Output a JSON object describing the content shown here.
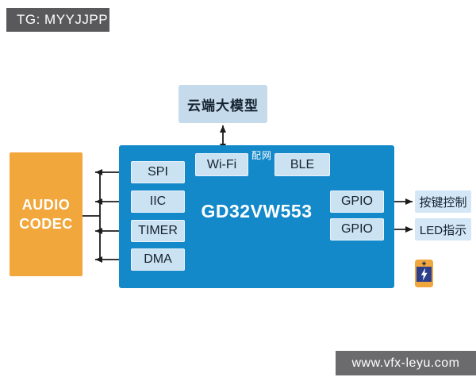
{
  "badge": {
    "label": "TG: MYYJJPP"
  },
  "watermark": {
    "label": "www.vfx-leyu.com"
  },
  "diagram": {
    "cloud_label": "云端大模型",
    "chip": {
      "name": "GD32VW553",
      "wifi_label": "Wi-Fi",
      "ble_label": "BLE",
      "pairing_label": "配网",
      "left_peripherals": [
        "SPI",
        "IIC",
        "TIMER",
        "DMA"
      ],
      "right_peripherals": [
        "GPIO",
        "GPIO"
      ]
    },
    "audio_codec": {
      "line1": "AUDIO",
      "line2": "CODEC"
    },
    "externals": {
      "key_control": "按键控制",
      "led_indicator": "LED指示"
    },
    "icons": {
      "battery": "battery-charging-icon"
    },
    "connections": [
      {
        "from": "云端大模型",
        "to": "Wi-Fi",
        "bidirectional": true
      },
      {
        "from": "BLE",
        "to": "Wi-Fi",
        "bidirectional": false,
        "label": "配网"
      },
      {
        "from": "AUDIO CODEC",
        "to": "SPI",
        "bidirectional": true
      },
      {
        "from": "AUDIO CODEC",
        "to": "IIC",
        "bidirectional": true
      },
      {
        "from": "AUDIO CODEC",
        "to": "TIMER",
        "bidirectional": true
      },
      {
        "from": "AUDIO CODEC",
        "to": "DMA",
        "bidirectional": true
      },
      {
        "from": "GPIO",
        "to": "按键控制",
        "bidirectional": true
      },
      {
        "from": "GPIO",
        "to": "LED指示",
        "bidirectional": false
      }
    ],
    "colors": {
      "chip_fill": "#1389ca",
      "module_fill": "#cbe2f2",
      "cloud_fill": "#c5daeb",
      "external_fill": "#d3e7f6",
      "codec_fill": "#f2a73c",
      "badge_bg": "#59595b",
      "watermark_bg": "#6b6b6d",
      "arrow": "#1c1c1c",
      "dark_text": "#15222f"
    }
  }
}
